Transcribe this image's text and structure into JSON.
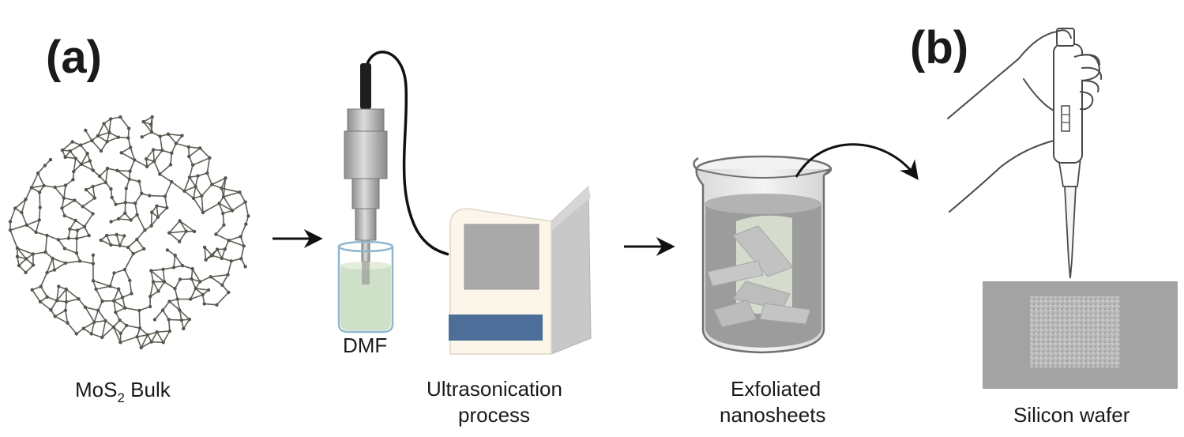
{
  "panels": {
    "a": "(a)",
    "b": "(b)"
  },
  "labels": {
    "bulk_prefix": "MoS",
    "bulk_subscript": "2",
    "bulk_suffix": " Bulk",
    "solvent": "DMF",
    "ultrasonication_line1": "Ultrasonication",
    "ultrasonication_line2": "process",
    "exfoliated_line1": "Exfoliated",
    "exfoliated_line2": "nanosheets",
    "substrate": "Silicon wafer"
  },
  "colors": {
    "lattice": "#5d5f55",
    "lattice_node": "#55574d",
    "solution": "#cfe0c8",
    "device_body": "#fbf6e9",
    "device_screen": "#a9a9a9",
    "device_strip": "#4c6e99",
    "device_side": "#c8c8c8",
    "probe_metal": "#b8b8b8",
    "beaker_liquid": "#9c9c9c",
    "nanosheet": "#c2c2c2",
    "wafer": "#a3a3a3",
    "deposit": "#bebebe",
    "arrow": "#111111",
    "text": "#1a1a1a"
  },
  "icons": {
    "step_arrow": "right-arrow-icon",
    "transfer_arrow": "curved-arrow-icon"
  }
}
